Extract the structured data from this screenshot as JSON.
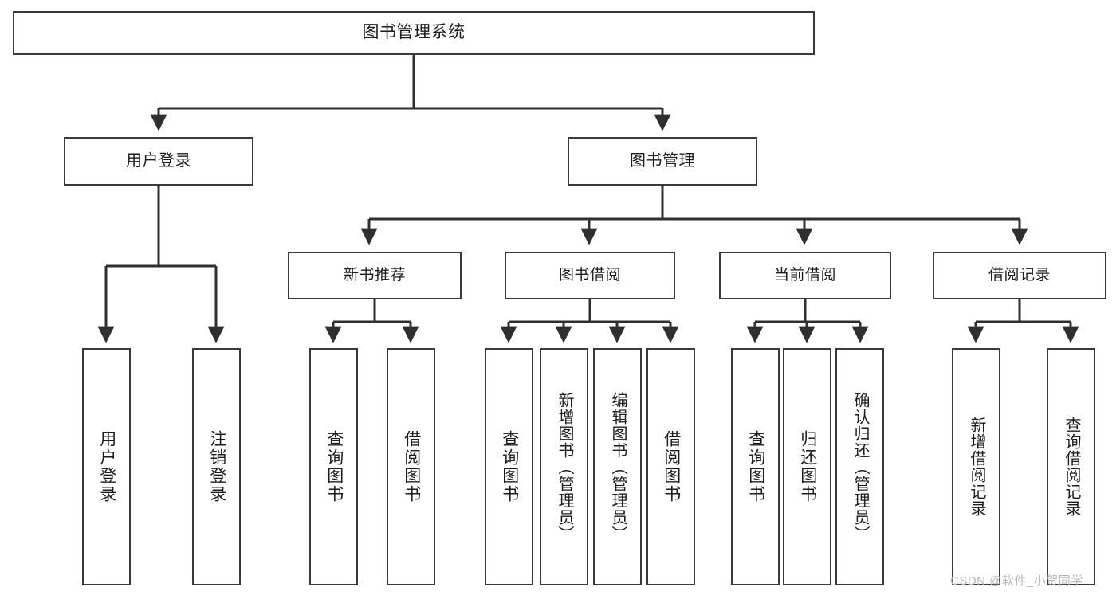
{
  "diagram": {
    "type": "tree-hierarchy",
    "title": "图书管理系统",
    "orientation": "top-down",
    "colors": {
      "box_border": "#3a3a3a",
      "box_fill": "#ffffff",
      "edge": "#2f2f2f",
      "text": "#1c1c1c",
      "watermark": "#b8b8b8",
      "background": "#ffffff"
    },
    "nodes": {
      "root": {
        "label": "图书管理系统"
      },
      "level1": [
        {
          "id": "user-login",
          "label": "用户登录"
        },
        {
          "id": "book-manage",
          "label": "图书管理"
        }
      ],
      "level2": [
        {
          "id": "new-book-recommend",
          "label": "新书推荐"
        },
        {
          "id": "book-borrow",
          "label": "图书借阅"
        },
        {
          "id": "current-borrow",
          "label": "当前借阅"
        },
        {
          "id": "borrow-record",
          "label": "借阅记录"
        }
      ],
      "leaves": {
        "user_login": [
          {
            "id": "leaf-user-login",
            "label": "用户登录"
          },
          {
            "id": "leaf-logout-login",
            "label": "注销登录"
          }
        ],
        "new_book_recommend": [
          {
            "id": "leaf-query-book-1",
            "label": "查询图书"
          },
          {
            "id": "leaf-borrow-book-1",
            "label": "借阅图书"
          }
        ],
        "book_borrow": [
          {
            "id": "leaf-query-book-2",
            "label": "查询图书"
          },
          {
            "id": "leaf-add-book",
            "label": "新增图书（管理员）"
          },
          {
            "id": "leaf-edit-book",
            "label": "编辑图书（管理员）"
          },
          {
            "id": "leaf-borrow-book-2",
            "label": "借阅图书"
          }
        ],
        "current_borrow": [
          {
            "id": "leaf-query-book-3",
            "label": "查询图书"
          },
          {
            "id": "leaf-return-book",
            "label": "归还图书"
          },
          {
            "id": "leaf-confirm-return",
            "label": "确认归还（管理员）"
          }
        ],
        "borrow_record": [
          {
            "id": "leaf-add-record",
            "label": "新增借阅记录"
          },
          {
            "id": "leaf-query-record",
            "label": "查询借阅记录"
          }
        ]
      }
    }
  },
  "watermark": {
    "text": "CSDN @软件_小贺同学"
  }
}
